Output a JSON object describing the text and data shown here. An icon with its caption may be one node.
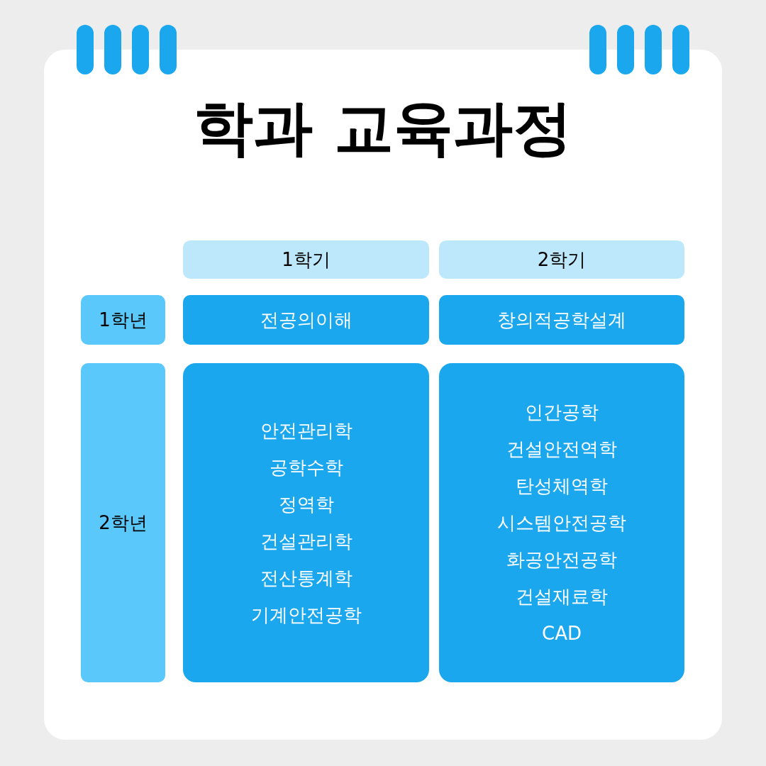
{
  "diagram": {
    "title": "학과 교육과정",
    "nodes": [
      {
        "text": [
          "1학기"
        ]
      },
      {
        "text": [
          "2학기"
        ]
      },
      {
        "text": [
          "1학년"
        ]
      },
      {
        "text": [
          "전공의이해"
        ]
      },
      {
        "text": [
          "창의적공학설계"
        ]
      },
      {
        "text": [
          "2학년"
        ]
      },
      {
        "text": [
          "안전관리학",
          "공학수학",
          "정역학",
          "건설관리학",
          "전산통계학",
          "기계안전공학"
        ]
      },
      {
        "text": [
          "인간공학",
          "건설안전역학",
          "탄성체역학",
          "시스템안전공학",
          "화공안전공학",
          "건설재료학",
          "CAD"
        ]
      }
    ]
  }
}
